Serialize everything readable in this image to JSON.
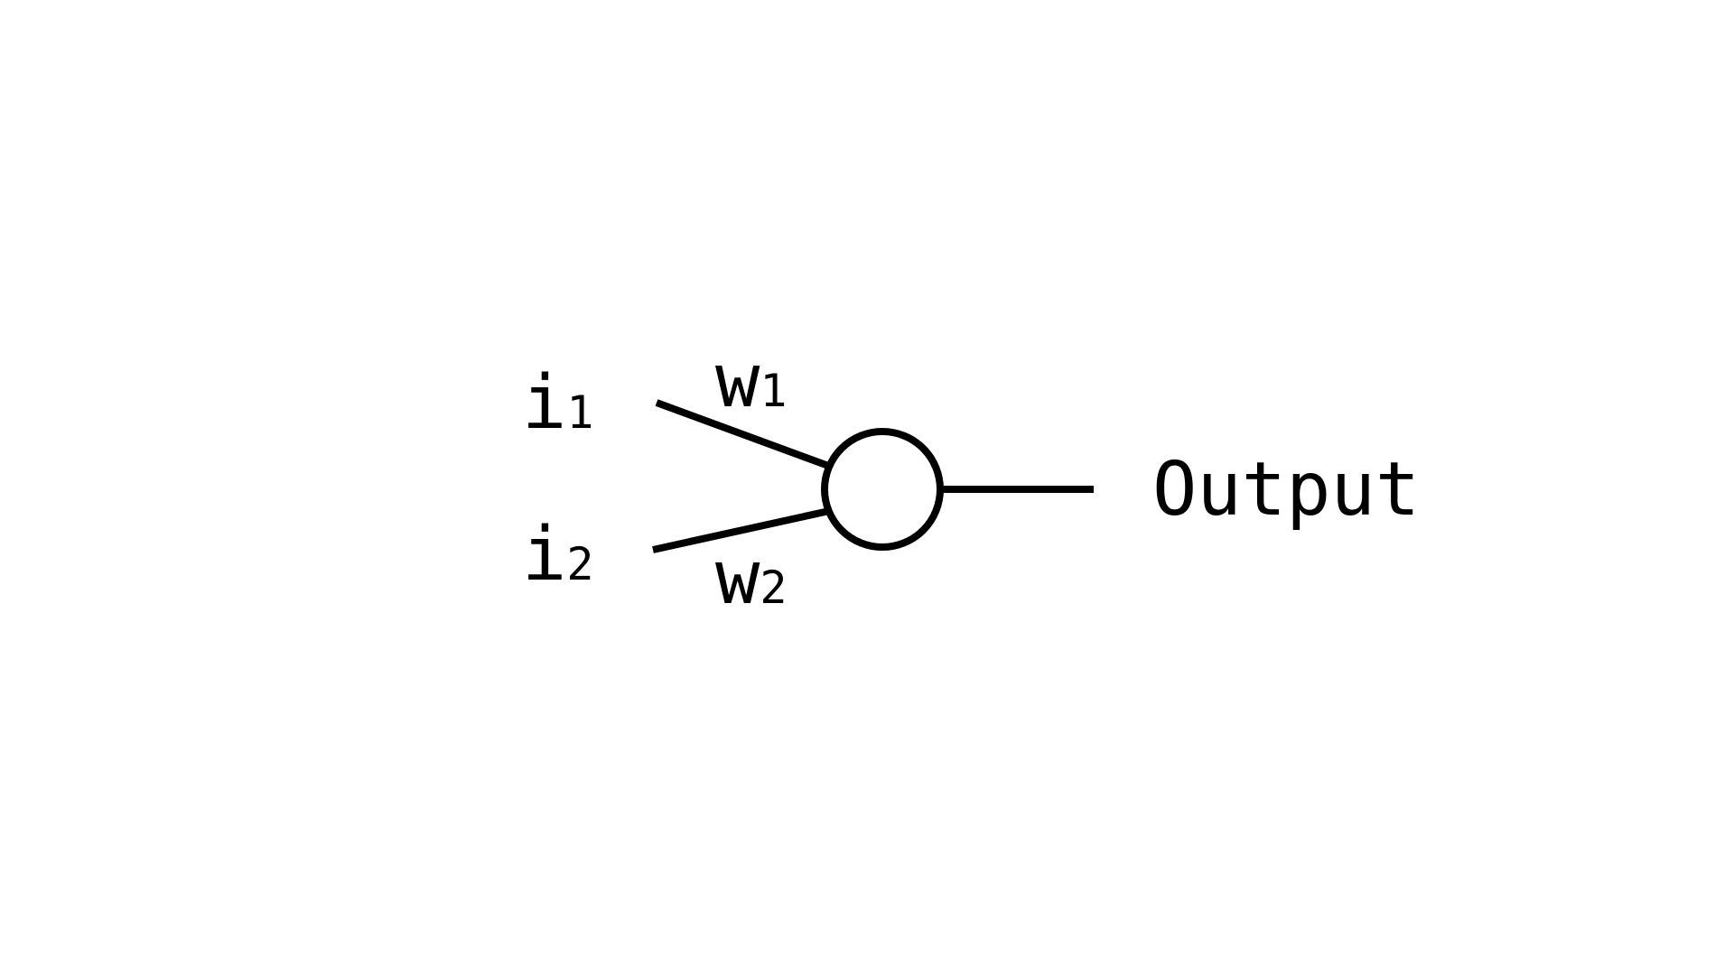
{
  "diagram": {
    "inputs": [
      {
        "symbol": "i",
        "subscript": "1"
      },
      {
        "symbol": "i",
        "subscript": "2"
      }
    ],
    "weights": [
      {
        "symbol": "w",
        "subscript": "1"
      },
      {
        "symbol": "w",
        "subscript": "2"
      }
    ],
    "output_label": "Output",
    "colors": {
      "stroke": "#000000",
      "background": "#ffffff"
    }
  }
}
